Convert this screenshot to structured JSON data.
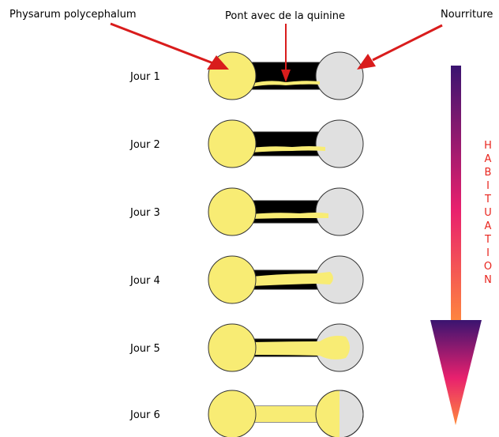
{
  "labels": {
    "organism": "Physarum polycephalum",
    "bridge": "Pont avec de la quinine",
    "food": "Nourriture"
  },
  "days": [
    {
      "label": "Jour 1"
    },
    {
      "label": "Jour 2"
    },
    {
      "label": "Jour 3"
    },
    {
      "label": "Jour 4"
    },
    {
      "label": "Jour 5"
    },
    {
      "label": "Jour 6"
    }
  ],
  "habituation": {
    "letters": [
      "H",
      "A",
      "B",
      "I",
      "T",
      "U",
      "A",
      "T",
      "I",
      "O",
      "N"
    ],
    "color": "#e8251e"
  },
  "colors": {
    "slime": "#f8ec74",
    "food": "#e0e0e0",
    "bridge": "#000000",
    "pointer_arrow": "#d91c1c",
    "gradient_top": "#3a1470",
    "gradient_mid": "#e8206e",
    "gradient_bottom": "#ff8a3c"
  }
}
